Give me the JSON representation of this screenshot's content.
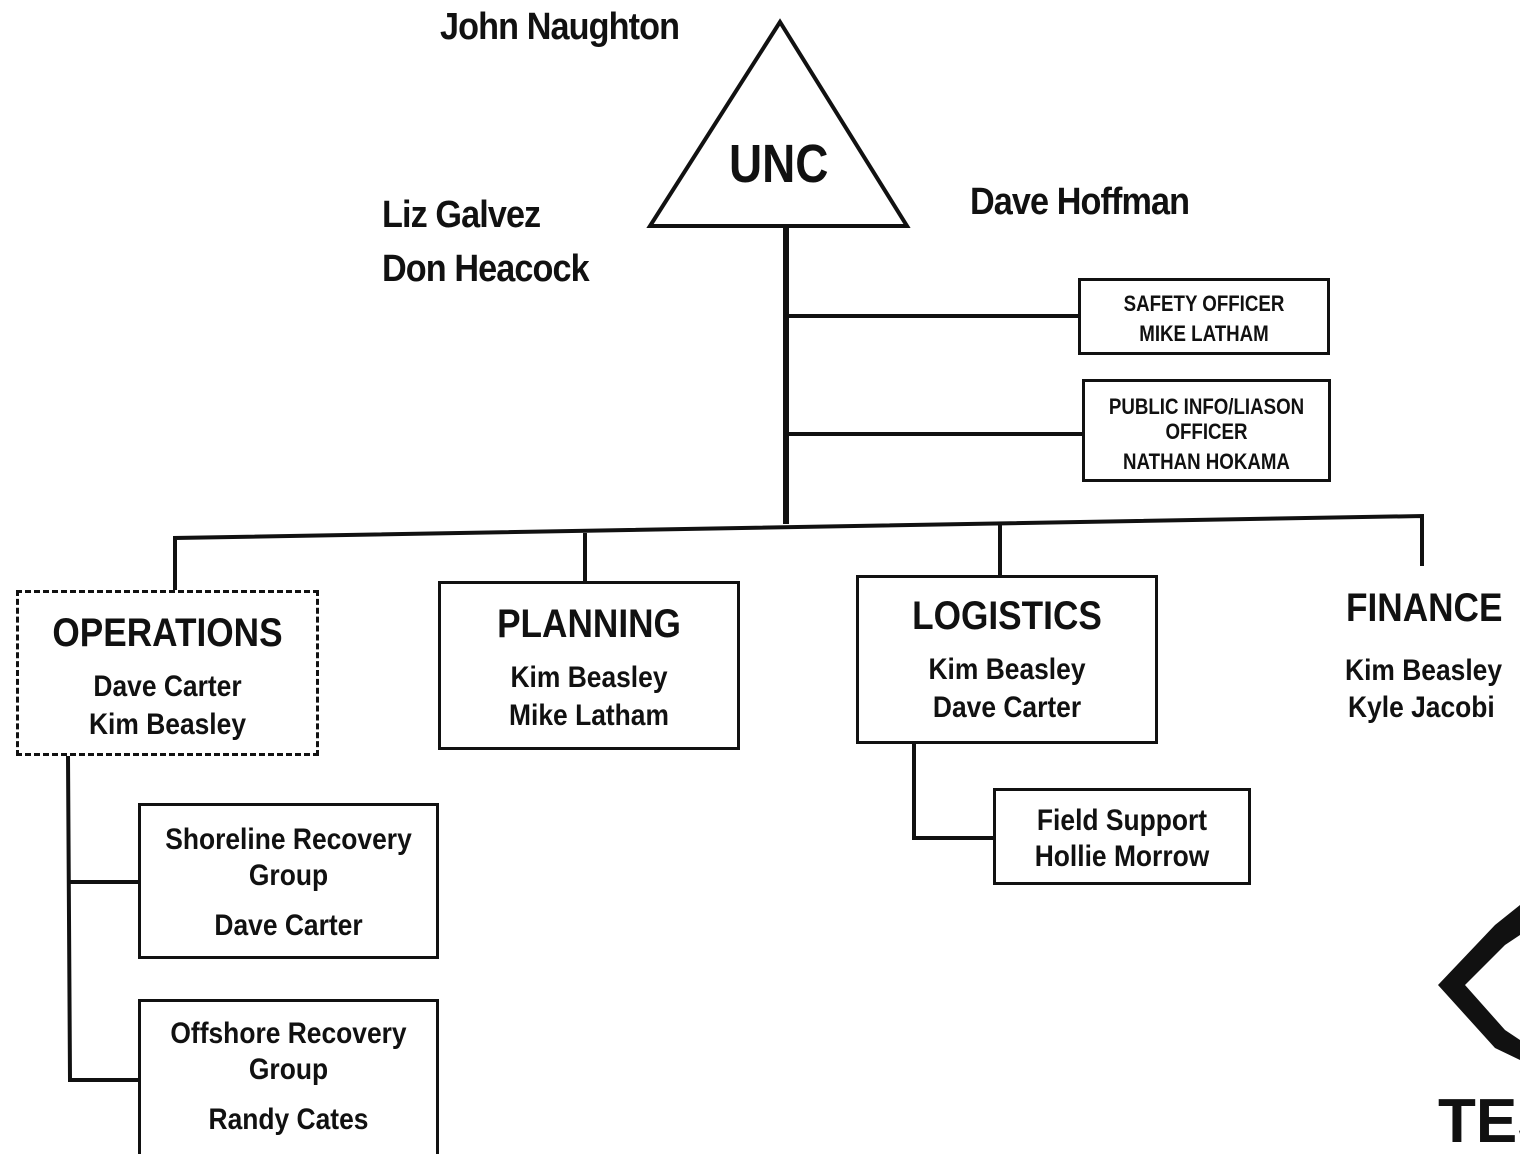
{
  "top": {
    "leader": "John Naughton",
    "unc_label": "UNC",
    "left_names": [
      "Liz Galvez",
      "Don Heacock"
    ],
    "right_name": "Dave Hoffman"
  },
  "staff": {
    "safety": {
      "title": "SAFETY OFFICER",
      "name": "MIKE LATHAM"
    },
    "public_info": {
      "title1": "PUBLIC INFO/LIASON",
      "title2": "OFFICER",
      "name": "NATHAN HOKAMA"
    }
  },
  "sections": {
    "operations": {
      "title": "OPERATIONS",
      "people": [
        "Dave Carter",
        "Kim Beasley"
      ]
    },
    "planning": {
      "title": "PLANNING",
      "people": [
        "Kim Beasley",
        "Mike Latham"
      ]
    },
    "logistics": {
      "title": "LOGISTICS",
      "people": [
        "Kim Beasley",
        "Dave Carter"
      ]
    },
    "finance": {
      "title": "FINANCE",
      "people": [
        "Kim Beasley",
        "Kyle Jacobi"
      ]
    }
  },
  "groups": {
    "shoreline": {
      "title1": "Shoreline Recovery",
      "title2": "Group",
      "name": "Dave Carter"
    },
    "offshore": {
      "title1": "Offshore Recovery",
      "title2": "Group",
      "name": "Randy Cates"
    },
    "field_support": {
      "title": "Field Support",
      "name": "Hollie Morrow"
    }
  },
  "logo": {
    "text": "TES"
  }
}
